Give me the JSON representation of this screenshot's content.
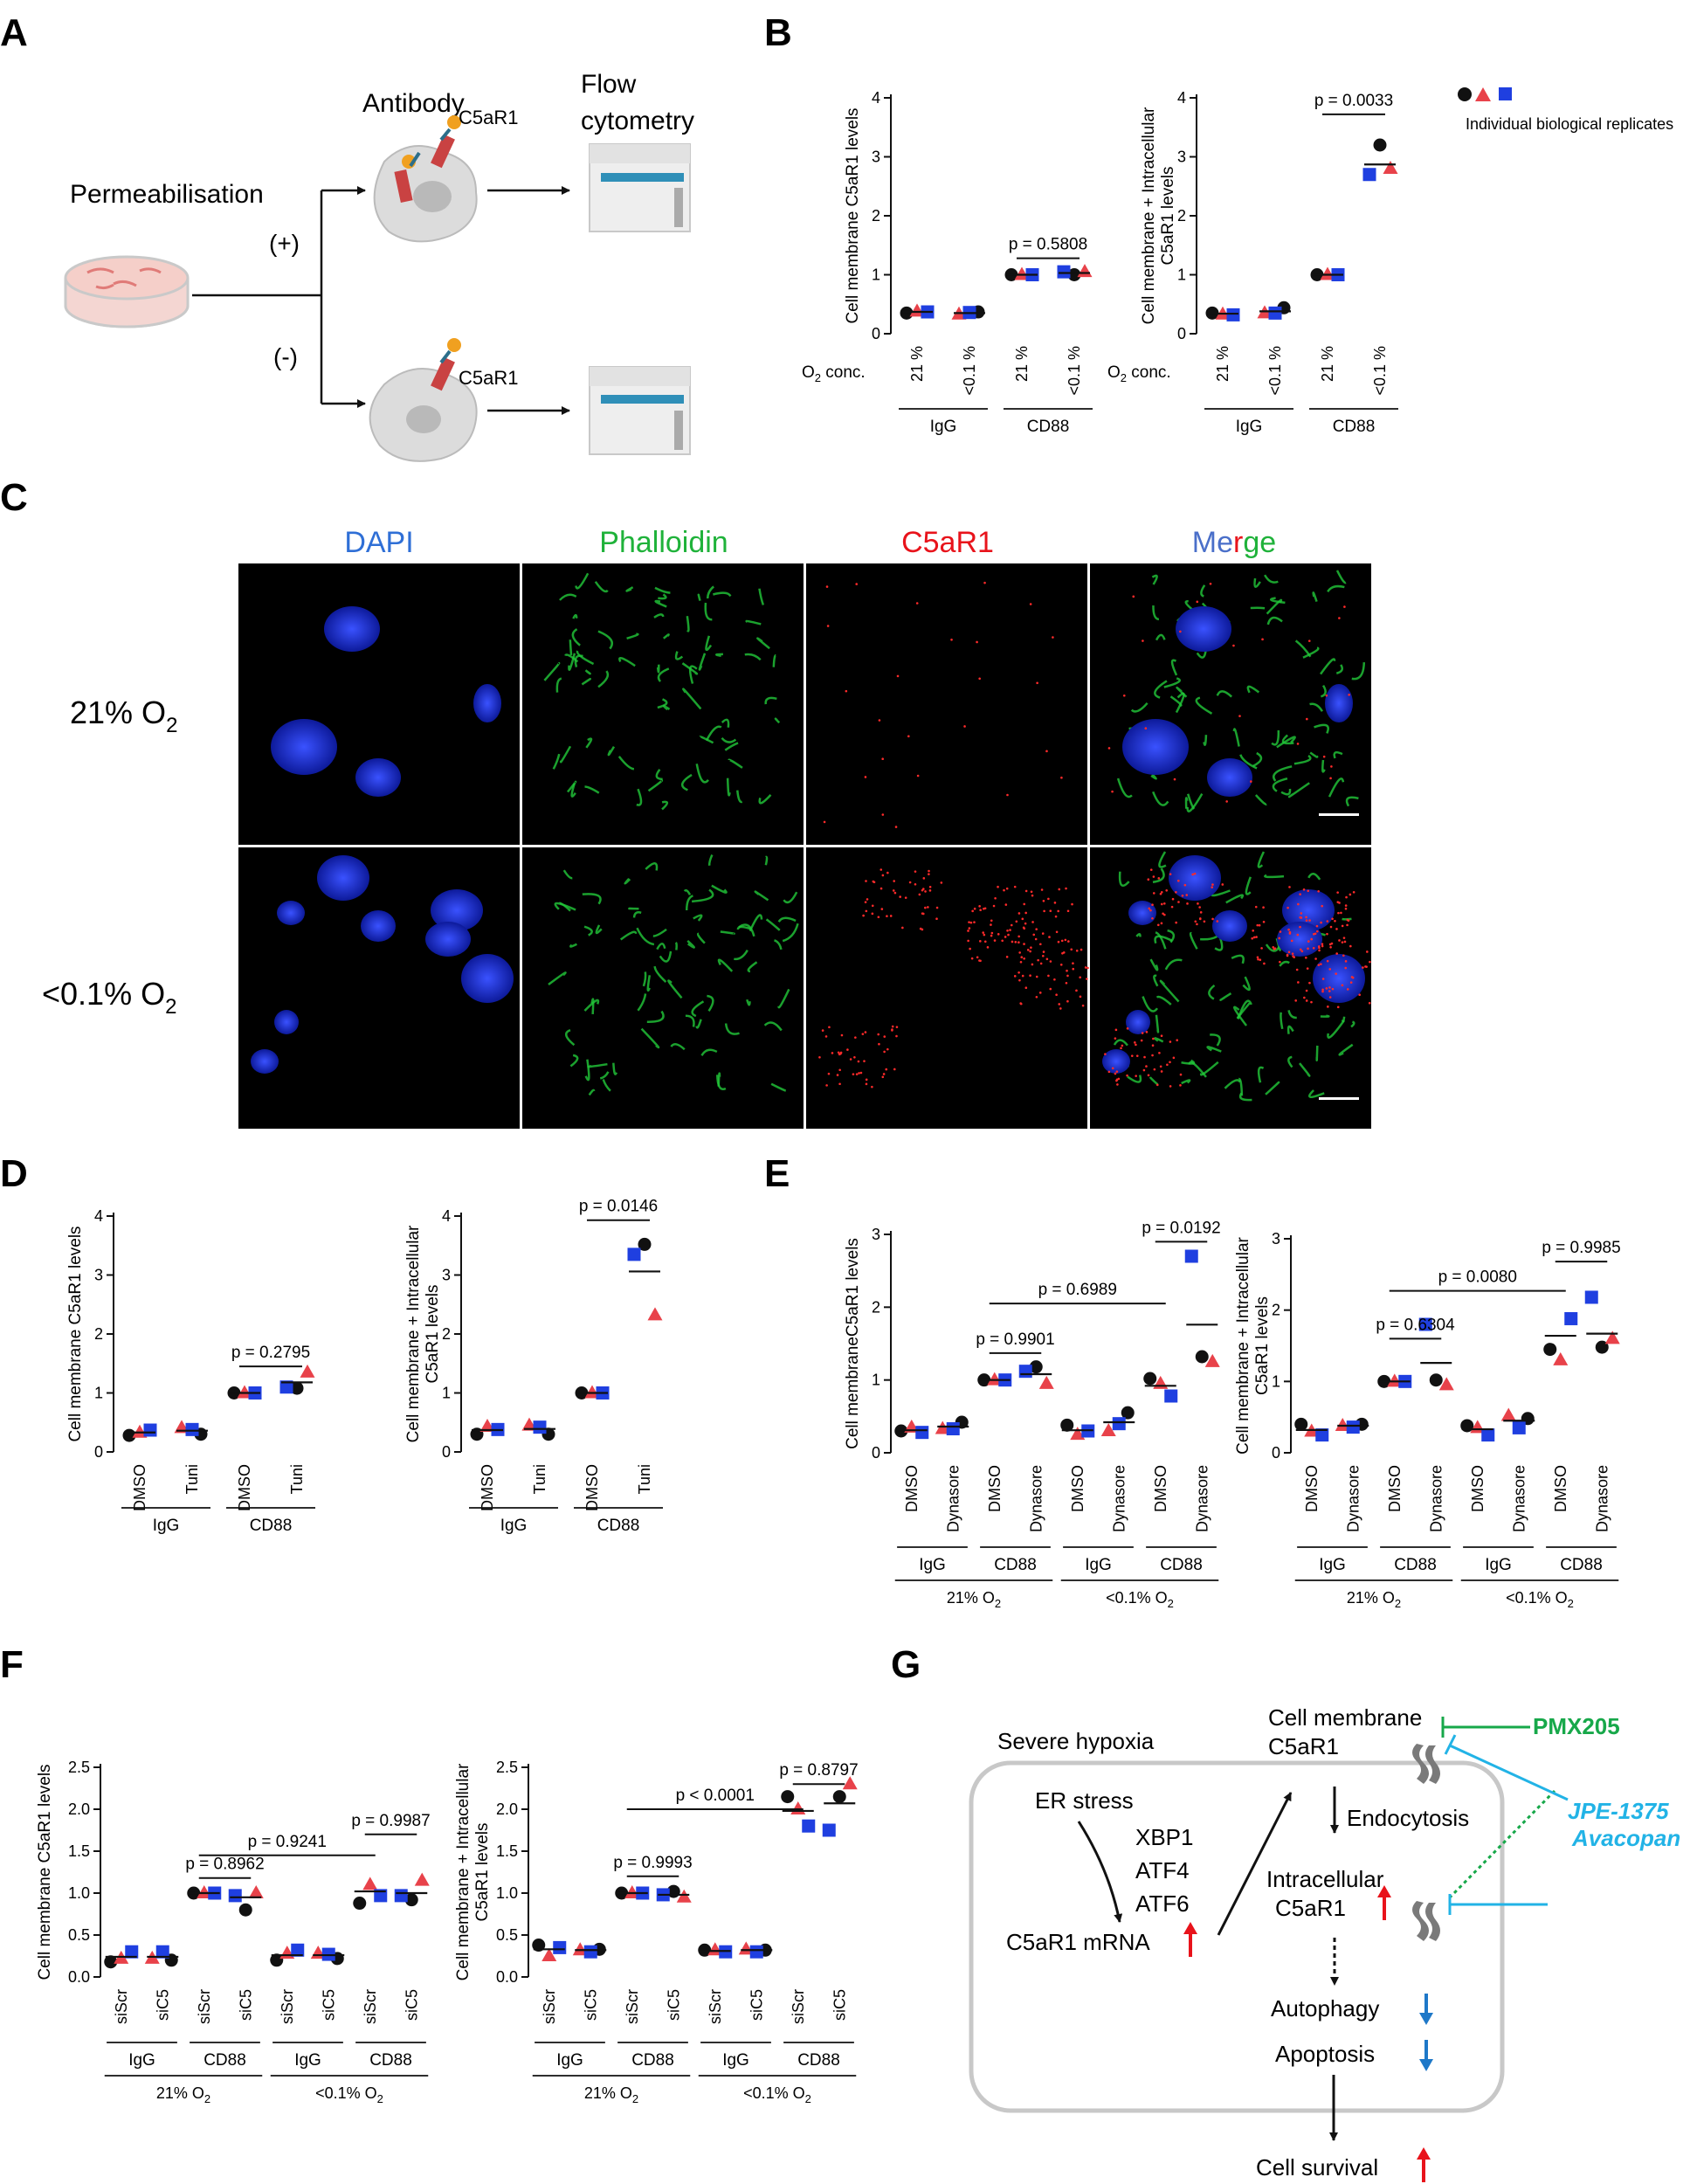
{
  "colors": {
    "black": "#111111",
    "red": "#e8424a",
    "blue": "#1f3fe0",
    "dapi": "#2f6fd6",
    "green": "#1fb23a",
    "pmx": "#17a84a",
    "jpe": "#22b3e6",
    "arrowRed": "#e8131b",
    "arrowBlue": "#1e78c8"
  },
  "panelA": {
    "letter": "A",
    "antibody": "Antibody",
    "flow": "Flow",
    "cytometry": "cytometry",
    "perm": "Permeabilisation",
    "plus": "(+)",
    "minus": "(-)",
    "c5ar1": "C5aR1"
  },
  "panelB": {
    "letter": "B",
    "legend": "Individual biological replicates",
    "o2": "O2 conc."
  },
  "panelC": {
    "letter": "C",
    "cols": [
      "DAPI",
      "Phalloidin",
      "C5aR1"
    ],
    "merge": [
      "Me",
      "r",
      "ge"
    ],
    "rows": [
      "21% O",
      "<0.1% O"
    ],
    "sub": "2"
  },
  "panelD": {
    "letter": "D"
  },
  "panelE": {
    "letter": "E"
  },
  "panelF": {
    "letter": "F"
  },
  "panelG": {
    "letter": "G",
    "hypoxia": "Severe hypoxia",
    "er": "ER stress",
    "xbp1": "XBP1",
    "atf4": "ATF4",
    "atf6": "ATF6",
    "mrna": "C5aR1 mRNA",
    "cm1": "Cell membrane",
    "cm2": "C5aR1",
    "endo": "Endocytosis",
    "ic1": "Intracellular",
    "ic2": "C5aR1",
    "auto": "Autophagy",
    "apop": "Apoptosis",
    "surv": "Cell survival",
    "pmx": "PMX205",
    "jpe": "JPE-1375",
    "avacopan": "Avacopan"
  },
  "chart_data": [
    {
      "id": "B1",
      "type": "scatter",
      "ylabel": "Cell membrane C5aR1 levels",
      "ylim": [
        0,
        4
      ],
      "yticks": [
        "0",
        "1",
        "2",
        "3",
        "4"
      ],
      "categories": [
        "21 %",
        "<0.1 %",
        "21 %",
        "<0.1 %"
      ],
      "groups": [
        {
          "label": "IgG",
          "from": 0,
          "to": 1
        },
        {
          "label": "CD88",
          "from": 2,
          "to": 3
        }
      ],
      "row2label": "",
      "points": [
        [
          0.35,
          0.38,
          0.37
        ],
        [
          0.37,
          0.33,
          0.36
        ],
        [
          1.0,
          1.0,
          1.0
        ],
        [
          1.0,
          1.05,
          1.05
        ]
      ],
      "means": [
        0.37,
        0.35,
        1.0,
        1.03
      ],
      "pvals": [
        {
          "from": 2,
          "to": 3,
          "text": "p = 0.5808",
          "y": 1.28
        }
      ]
    },
    {
      "id": "B2",
      "type": "scatter",
      "ylabel": "Cell membrane + Intracellular C5aR1 levels",
      "ylim": [
        0,
        4
      ],
      "yticks": [
        "0",
        "1",
        "2",
        "3",
        "4"
      ],
      "categories": [
        "21 %",
        "<0.1 %",
        "21 %",
        "<0.1 %"
      ],
      "groups": [
        {
          "label": "IgG",
          "from": 0,
          "to": 1
        },
        {
          "label": "CD88",
          "from": 2,
          "to": 3
        }
      ],
      "row2label": "",
      "points": [
        [
          0.35,
          0.33,
          0.32
        ],
        [
          0.44,
          0.35,
          0.35
        ],
        [
          1.0,
          1.0,
          1.0
        ],
        [
          3.2,
          2.8,
          2.7
        ]
      ],
      "means": [
        0.34,
        0.38,
        1.0,
        2.87
      ],
      "pvals": [
        {
          "from": 2,
          "to": 3,
          "text": "p = 0.0033",
          "y": 3.72
        }
      ]
    },
    {
      "id": "D1",
      "type": "scatter",
      "ylabel": "Cell membrane C5aR1 levels",
      "ylim": [
        0,
        4
      ],
      "yticks": [
        "0",
        "1",
        "2",
        "3",
        "4"
      ],
      "categories": [
        "DMSO",
        "Tuni",
        "DMSO",
        "Tuni"
      ],
      "groups": [
        {
          "label": "IgG",
          "from": 0,
          "to": 1
        },
        {
          "label": "CD88",
          "from": 2,
          "to": 3
        }
      ],
      "row2label": "",
      "points": [
        [
          0.28,
          0.33,
          0.37
        ],
        [
          0.3,
          0.41,
          0.38
        ],
        [
          1.0,
          1.0,
          1.0
        ],
        [
          1.08,
          1.35,
          1.1
        ]
      ],
      "means": [
        0.33,
        0.36,
        1.0,
        1.18
      ],
      "pvals": [
        {
          "from": 2,
          "to": 3,
          "text": "p = 0.2795",
          "y": 1.45
        }
      ]
    },
    {
      "id": "D2",
      "type": "scatter",
      "ylabel": "Cell membrane + Intracellular C5aR1 levels",
      "ylim": [
        0,
        4
      ],
      "yticks": [
        "0",
        "1",
        "2",
        "3",
        "4"
      ],
      "categories": [
        "DMSO",
        "Tuni",
        "DMSO",
        "Tuni"
      ],
      "groups": [
        {
          "label": "IgG",
          "from": 0,
          "to": 1
        },
        {
          "label": "CD88",
          "from": 2,
          "to": 3
        }
      ],
      "row2label": "",
      "points": [
        [
          0.3,
          0.43,
          0.38
        ],
        [
          0.3,
          0.45,
          0.42
        ],
        [
          1.0,
          1.0,
          1.0
        ],
        [
          3.52,
          2.32,
          3.35
        ]
      ],
      "means": [
        0.37,
        0.39,
        1.0,
        3.06
      ],
      "pvals": [
        {
          "from": 2,
          "to": 3,
          "text": "p = 0.0146",
          "y": 3.93
        }
      ]
    },
    {
      "id": "E1",
      "type": "scatter",
      "ylabel": "Cell membraneC5aR1 levels",
      "ylim": [
        0,
        3
      ],
      "yticks": [
        "0",
        "1",
        "2",
        "3"
      ],
      "categories": [
        "DMSO",
        "Dynasore",
        "DMSO",
        "Dynasore",
        "DMSO",
        "Dynasore",
        "DMSO",
        "Dynasore"
      ],
      "groups": [
        {
          "label": "IgG",
          "from": 0,
          "to": 1
        },
        {
          "label": "CD88",
          "from": 2,
          "to": 3
        },
        {
          "label": "IgG",
          "from": 4,
          "to": 5
        },
        {
          "label": "CD88",
          "from": 6,
          "to": 7
        }
      ],
      "row2label": [
        {
          "label": "21% O2",
          "from": 0,
          "to": 3
        },
        {
          "label": "<0.1% O2",
          "from": 4,
          "to": 7
        }
      ],
      "points": [
        [
          0.3,
          0.35,
          0.28
        ],
        [
          0.42,
          0.33,
          0.33
        ],
        [
          1.0,
          1.0,
          1.0
        ],
        [
          1.18,
          0.95,
          1.12
        ],
        [
          0.38,
          0.25,
          0.3
        ],
        [
          0.55,
          0.3,
          0.4
        ],
        [
          1.02,
          0.95,
          0.78
        ],
        [
          1.32,
          1.25,
          2.7
        ]
      ],
      "means": [
        0.31,
        0.36,
        1.0,
        1.08,
        0.31,
        0.42,
        0.92,
        1.76
      ],
      "pvals": [
        {
          "from": 2,
          "to": 3,
          "text": "p = 0.9901",
          "y": 1.37
        },
        {
          "from": 2,
          "to": 6,
          "text": "p = 0.6989",
          "y": 2.05
        },
        {
          "from": 6,
          "to": 7,
          "text": "p = 0.0192",
          "y": 2.9
        }
      ]
    },
    {
      "id": "E2",
      "type": "scatter",
      "ylabel": "Cell membrane + Intracellular C5aR1 levels",
      "ylim": [
        0,
        3
      ],
      "yticks": [
        "0",
        "1",
        "2",
        "3"
      ],
      "categories": [
        "DMSO",
        "Dynasore",
        "DMSO",
        "Dynasore",
        "DMSO",
        "Dynasore",
        "DMSO",
        "Dynasore"
      ],
      "groups": [
        {
          "label": "IgG",
          "from": 0,
          "to": 1
        },
        {
          "label": "CD88",
          "from": 2,
          "to": 3
        },
        {
          "label": "IgG",
          "from": 4,
          "to": 5
        },
        {
          "label": "CD88",
          "from": 6,
          "to": 7
        }
      ],
      "row2label": [
        {
          "label": "21% O2",
          "from": 0,
          "to": 3
        },
        {
          "label": "<0.1% O2",
          "from": 4,
          "to": 7
        }
      ],
      "points": [
        [
          0.4,
          0.3,
          0.25
        ],
        [
          0.4,
          0.38,
          0.36
        ],
        [
          1.0,
          1.0,
          1.0
        ],
        [
          1.02,
          0.95,
          1.8
        ],
        [
          0.38,
          0.35,
          0.25
        ],
        [
          0.48,
          0.52,
          0.35
        ],
        [
          1.45,
          1.3,
          1.88
        ],
        [
          1.48,
          1.6,
          2.18
        ]
      ],
      "means": [
        0.32,
        0.38,
        1.0,
        1.26,
        0.33,
        0.45,
        1.64,
        1.67
      ],
      "pvals": [
        {
          "from": 2,
          "to": 3,
          "text": "p = 0.6304",
          "y": 1.6
        },
        {
          "from": 2,
          "to": 6,
          "text": "p = 0.0080",
          "y": 2.27
        },
        {
          "from": 6,
          "to": 7,
          "text": "p = 0.9985",
          "y": 2.68
        }
      ]
    },
    {
      "id": "F1",
      "type": "scatter",
      "ylabel": "Cell membrane C5aR1 levels",
      "ylim": [
        0,
        2.5
      ],
      "yticks": [
        "0.0",
        "0.5",
        "1.0",
        "1.5",
        "2.0",
        "2.5"
      ],
      "categories": [
        "siScr",
        "siC5",
        "siScr",
        "siC5",
        "siScr",
        "siC5",
        "siScr",
        "siC5"
      ],
      "groups": [
        {
          "label": "IgG",
          "from": 0,
          "to": 1
        },
        {
          "label": "CD88",
          "from": 2,
          "to": 3
        },
        {
          "label": "IgG",
          "from": 4,
          "to": 5
        },
        {
          "label": "CD88",
          "from": 6,
          "to": 7
        }
      ],
      "row2label": [
        {
          "label": "21% O2",
          "from": 0,
          "to": 3
        },
        {
          "label": "<0.1% O2",
          "from": 4,
          "to": 7
        }
      ],
      "points": [
        [
          0.18,
          0.22,
          0.3
        ],
        [
          0.2,
          0.22,
          0.3
        ],
        [
          1.0,
          1.0,
          1.0
        ],
        [
          0.8,
          1.0,
          0.97
        ],
        [
          0.2,
          0.28,
          0.32
        ],
        [
          0.22,
          0.28,
          0.27
        ],
        [
          0.88,
          1.1,
          0.97
        ],
        [
          0.92,
          1.15,
          0.97
        ]
      ],
      "means": [
        0.24,
        0.24,
        1.0,
        0.95,
        0.26,
        0.26,
        1.02,
        1.0
      ],
      "pvals": [
        {
          "from": 2,
          "to": 3,
          "text": "p = 0.8962",
          "y": 1.18
        },
        {
          "from": 2,
          "to": 6,
          "text": "p = 0.9241",
          "y": 1.45
        },
        {
          "from": 6,
          "to": 7,
          "text": "p = 0.9987",
          "y": 1.7
        }
      ]
    },
    {
      "id": "F2",
      "type": "scatter",
      "ylabel": "Cell membrane + Intracellular C5aR1 levels",
      "ylim": [
        0,
        2.5
      ],
      "yticks": [
        "0.0",
        "0.5",
        "1.0",
        "1.5",
        "2.0",
        "2.5"
      ],
      "categories": [
        "siScr",
        "siC5",
        "siScr",
        "siC5",
        "siScr",
        "siC5",
        "siScr",
        "siC5"
      ],
      "groups": [
        {
          "label": "IgG",
          "from": 0,
          "to": 1
        },
        {
          "label": "CD88",
          "from": 2,
          "to": 3
        },
        {
          "label": "IgG",
          "from": 4,
          "to": 5
        },
        {
          "label": "CD88",
          "from": 6,
          "to": 7
        }
      ],
      "row2label": [
        {
          "label": "21% O2",
          "from": 0,
          "to": 3
        },
        {
          "label": "<0.1% O2",
          "from": 4,
          "to": 7
        }
      ],
      "points": [
        [
          0.38,
          0.25,
          0.35
        ],
        [
          0.33,
          0.32,
          0.3
        ],
        [
          1.0,
          1.0,
          1.0
        ],
        [
          1.02,
          0.95,
          0.98
        ],
        [
          0.32,
          0.32,
          0.3
        ],
        [
          0.32,
          0.33,
          0.3
        ],
        [
          2.15,
          2.0,
          1.8
        ],
        [
          2.15,
          2.3,
          1.75
        ]
      ],
      "means": [
        0.33,
        0.32,
        1.0,
        0.98,
        0.31,
        0.32,
        1.98,
        2.07
      ],
      "pvals": [
        {
          "from": 2,
          "to": 3,
          "text": "p = 0.9993",
          "y": 1.2
        },
        {
          "from": 2,
          "to": 6,
          "text": "p < 0.0001",
          "y": 2.0
        },
        {
          "from": 6,
          "to": 7,
          "text": "p = 0.8797",
          "y": 2.3
        }
      ]
    }
  ]
}
